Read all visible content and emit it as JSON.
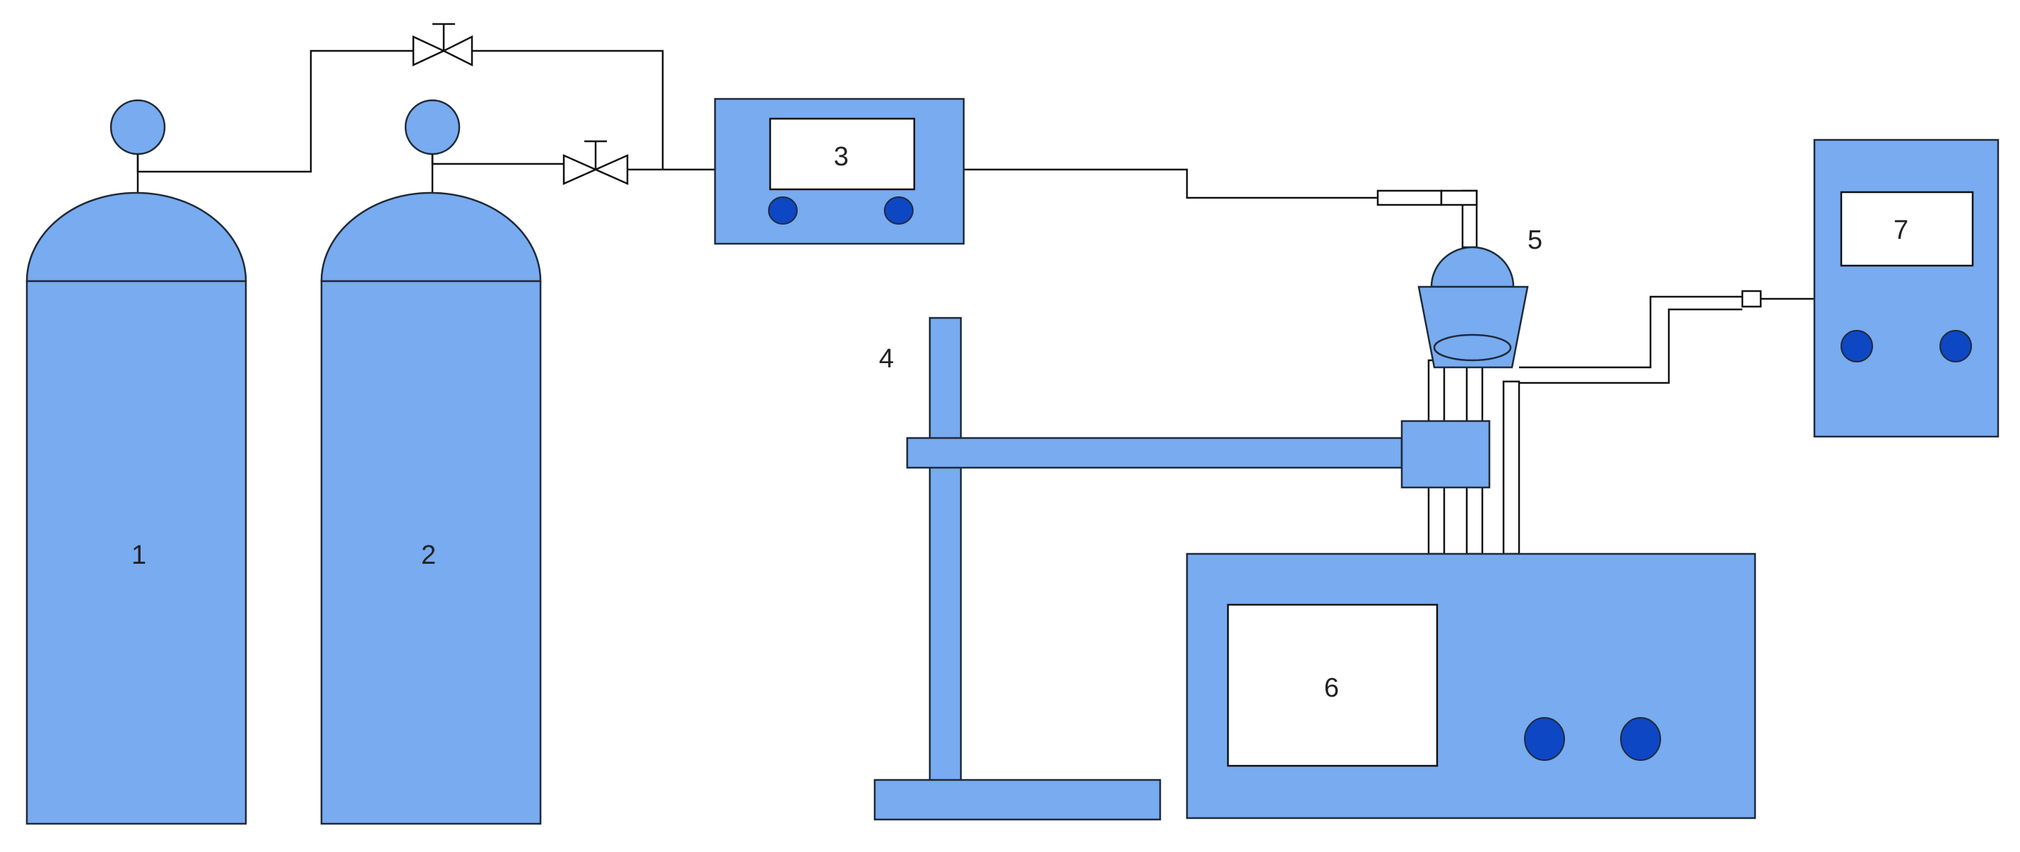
{
  "colors": {
    "equipment_fill": "#78ABEF",
    "knob_fill": "#0D47C4",
    "line": "#111111",
    "background": "#FFFFFF"
  },
  "labels": {
    "cylinder_1": "1",
    "cylinder_2": "2",
    "controller_3": "3",
    "stand_4": "4",
    "vessel_5": "5",
    "heater_6": "6",
    "meter_7": "7"
  },
  "icons": {
    "valve": "valve-icon",
    "knob": "knob-icon",
    "gauge": "gauge-icon"
  }
}
